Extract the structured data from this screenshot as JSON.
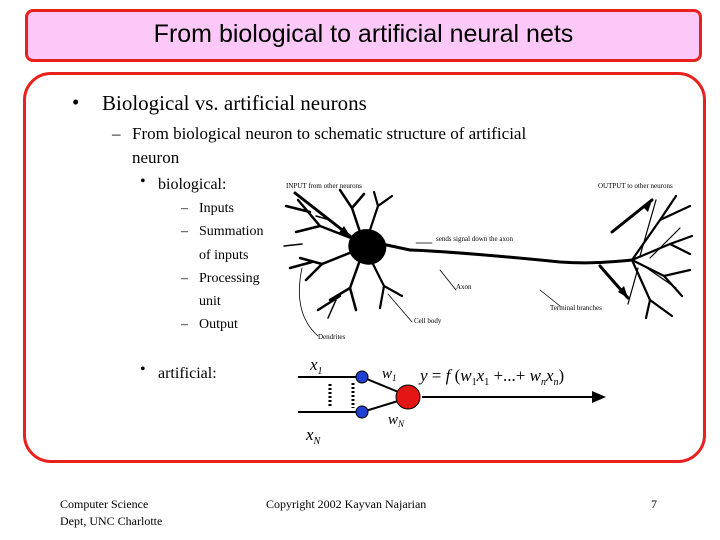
{
  "slide": {
    "title": "From biological to artificial neural nets",
    "bullet1": "Biological vs. artificial neurons",
    "sub1_line1": "From biological neuron to schematic structure of artificial",
    "sub1_line2": "neuron",
    "bio_label": "biological:",
    "bio_items": [
      "Inputs",
      "Summation",
      "of inputs",
      "Processing",
      "unit",
      "Output"
    ],
    "art_label": "artificial:",
    "bullet_char": "•",
    "dash_char": "–"
  },
  "diagram_bio": {
    "label_input": "INPUT from other neurons",
    "label_output": "OUTPUT to other neurons",
    "label_axon_signal": "sends signal down the axon",
    "label_axon": "Axon",
    "label_cell_body": "Cell body",
    "label_dendrites": "Dendrites",
    "label_terminals": "Terminal branches"
  },
  "diagram_art": {
    "x1": "x",
    "x1_sub": "1",
    "xN": "x",
    "xN_sub": "N",
    "w1": "w",
    "w1_sub": "1",
    "wN": "w",
    "wN_sub": "N",
    "eq_y": "y",
    "eq_eq": " = ",
    "eq_f": "f",
    "eq_open": " (",
    "eq_w1": "w",
    "eq_w1_sub": "1",
    "eq_x1": "x",
    "eq_x1_sub": "1",
    "eq_dots": " +...+ ",
    "eq_wn": "w",
    "eq_wn_sub": "n",
    "eq_xn": "x",
    "eq_xn_sub": "n",
    "eq_close": ")",
    "colors": {
      "input_node": "#1f3fd0",
      "neuron": "#e41515"
    }
  },
  "footer": {
    "left_line1": "Computer Science",
    "left_line2": "Dept, UNC Charlotte",
    "center": "Copyright 2002 Kayvan Najarian",
    "page": "7"
  },
  "colors": {
    "title_bg": "#fbc8f7",
    "frame": "#e8201e"
  }
}
